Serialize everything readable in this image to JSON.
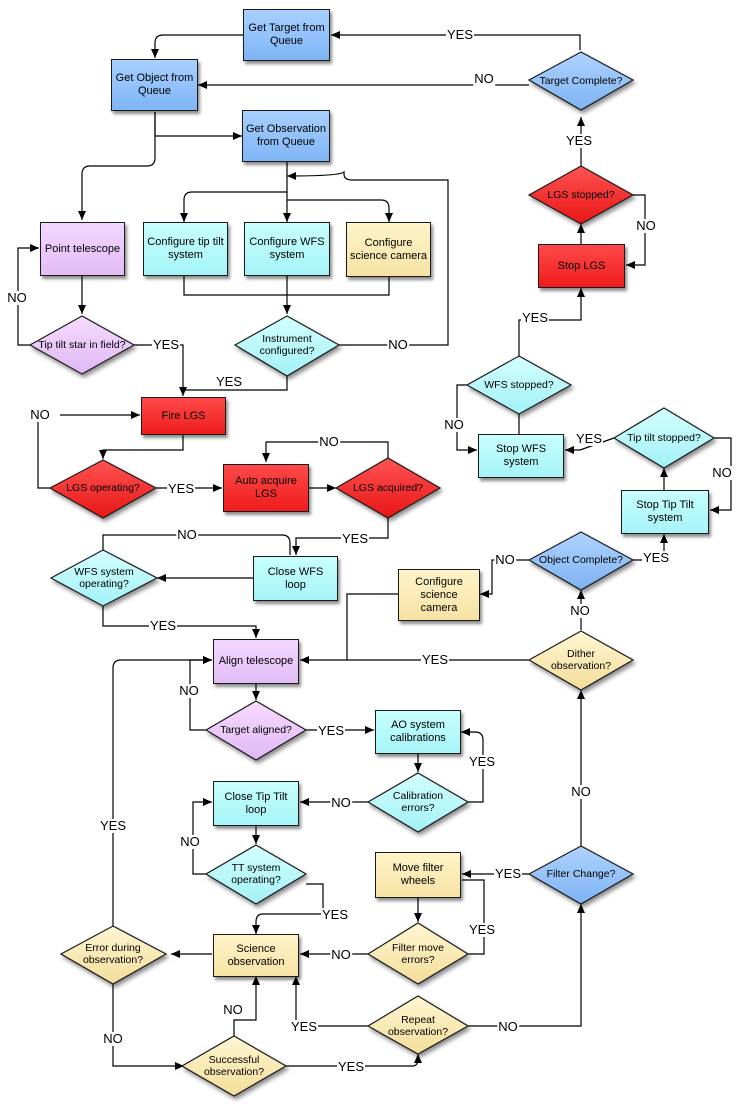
{
  "nodes": {
    "get_target": "Get Target from Queue",
    "get_object": "Get Object from Queue",
    "get_observation": "Get Observation from Queue",
    "point_telescope": "Point telescope",
    "configure_tip_tilt": "Configure tip tilt system",
    "configure_wfs": "Configure WFS system",
    "configure_science_camera_1": "Configure science camera",
    "tip_tilt_star": "Tip tilt star in field?",
    "instrument_configured": "Instrument configured?",
    "fire_lgs": "Fire LGS",
    "lgs_operating": "LGS operating?",
    "auto_acquire_lgs": "Auto acquire LGS",
    "lgs_acquired": "LGS acquired?",
    "close_wfs_loop": "Close WFS loop",
    "wfs_system_operating": "WFS system operating?",
    "align_telescope": "Align telescope",
    "target_aligned": "Target aligned?",
    "ao_calibrations": "AO system calibrations",
    "calibration_errors": "Calibration errors?",
    "close_tip_tilt_loop": "Close Tip Tilt loop",
    "tt_system_operating": "TT system operating?",
    "move_filter_wheels": "Move filter wheels",
    "filter_move_errors": "Filter move errors?",
    "science_observation": "Science observation",
    "error_during_observation": "Error during observation?",
    "successful_observation": "Successful observation?",
    "repeat_observation": "Repeat observation?",
    "filter_change": "Filter Change?",
    "dither_observation": "Dither observation?",
    "configure_science_camera_2": "Configure science camera",
    "object_complete": "Object Complete?",
    "stop_tip_tilt": "Stop Tip Tilt system",
    "tip_tilt_stopped": "Tip tilt stopped?",
    "stop_wfs": "Stop WFS system",
    "wfs_stopped": "WFS stopped?",
    "stop_lgs": "Stop LGS",
    "lgs_stopped": "LGS stopped?",
    "target_complete": "Target Complete?"
  },
  "edge_labels": {
    "yes": "YES",
    "no": "NO"
  },
  "colors": {
    "blue": "#8fc0fb",
    "cyan": "#b4fafc",
    "purple": "#e9c9fa",
    "yellow": "#fbebb6",
    "red": "#f42a2a",
    "line": "#000000"
  }
}
